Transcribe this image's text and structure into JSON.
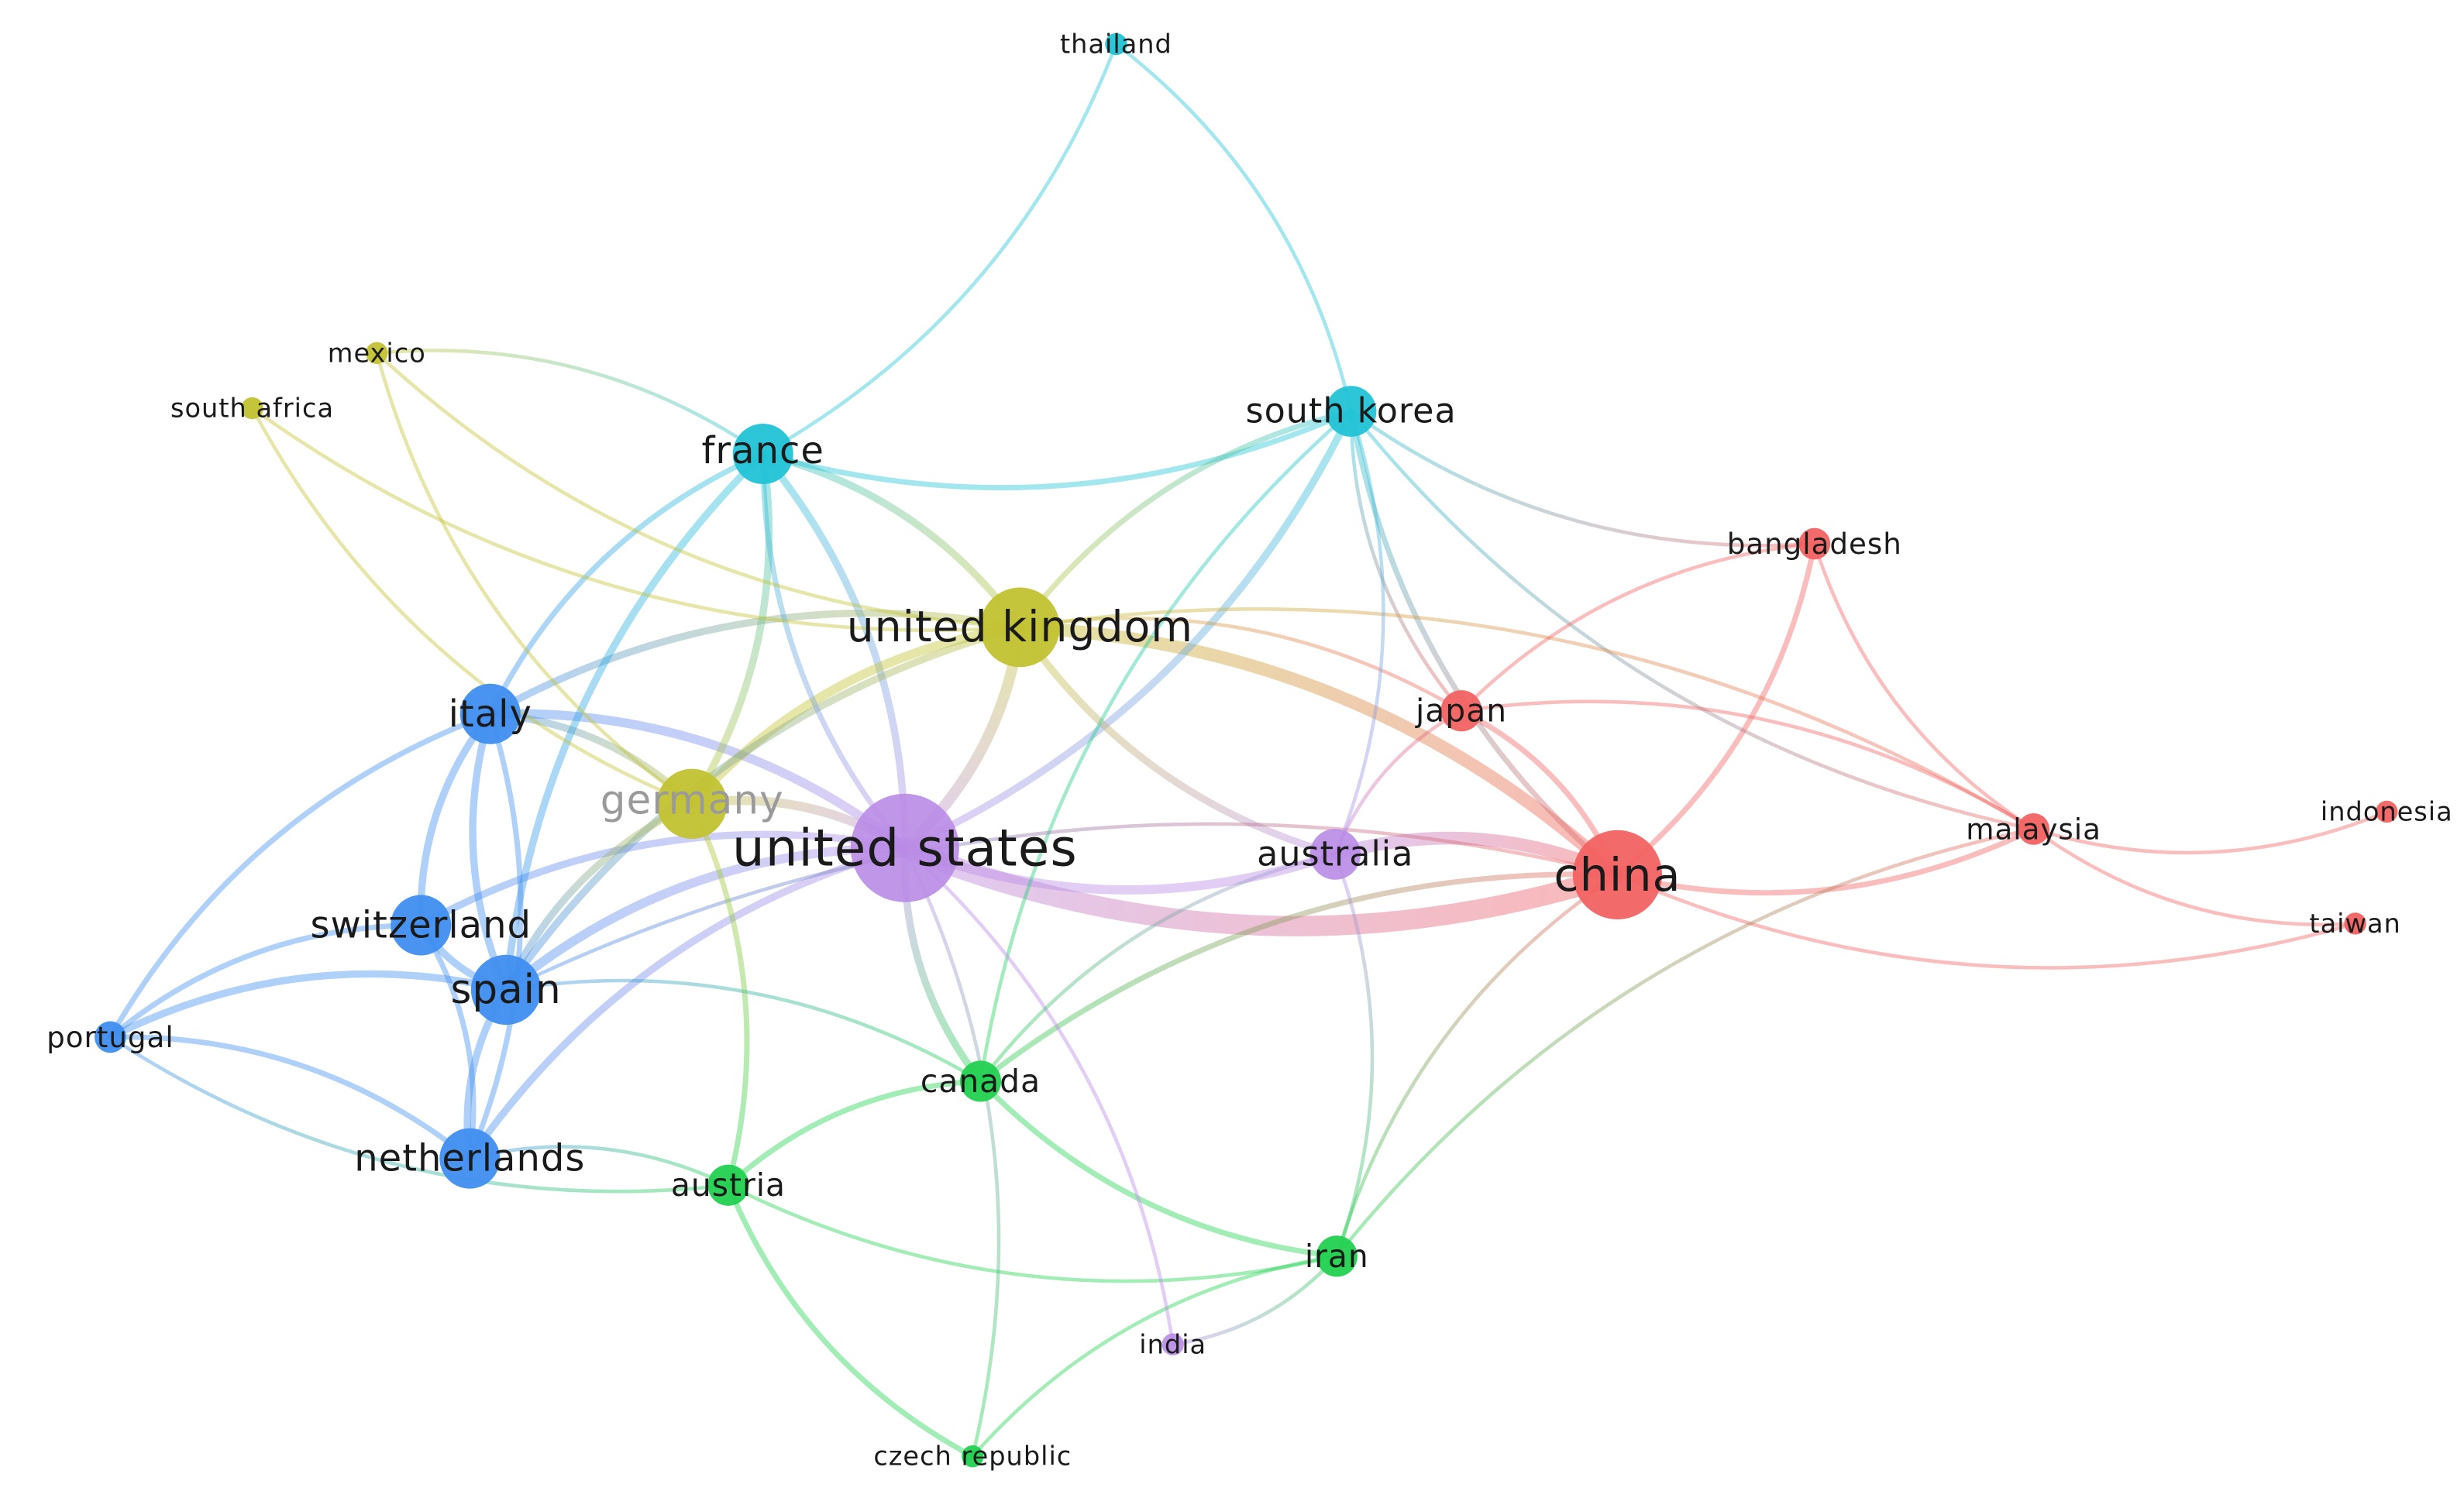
{
  "cluster_colors": {
    "red": "#f26262",
    "yellow": "#c2c232",
    "cyan": "#22c3d6",
    "blue": "#3f8ef0",
    "green": "#22d150",
    "purple": "#b98be6"
  },
  "nodes": [
    {
      "id": "united-states",
      "label": "united states",
      "cluster": "purple",
      "weight": 10
    },
    {
      "id": "china",
      "label": "china",
      "cluster": "red",
      "weight": 8
    },
    {
      "id": "united-kingdom",
      "label": "united kingdom",
      "cluster": "yellow",
      "weight": 7
    },
    {
      "id": "germany",
      "label": "germany",
      "cluster": "yellow",
      "weight": 6,
      "muted": true
    },
    {
      "id": "spain",
      "label": "spain",
      "cluster": "blue",
      "weight": 6
    },
    {
      "id": "france",
      "label": "france",
      "cluster": "cyan",
      "weight": 5
    },
    {
      "id": "italy",
      "label": "italy",
      "cluster": "blue",
      "weight": 5
    },
    {
      "id": "switzerland",
      "label": "switzerland",
      "cluster": "blue",
      "weight": 5
    },
    {
      "id": "netherlands",
      "label": "netherlands",
      "cluster": "blue",
      "weight": 5
    },
    {
      "id": "south-korea",
      "label": "south korea",
      "cluster": "cyan",
      "weight": 4
    },
    {
      "id": "australia",
      "label": "australia",
      "cluster": "purple",
      "weight": 4
    },
    {
      "id": "canada",
      "label": "canada",
      "cluster": "green",
      "weight": 3
    },
    {
      "id": "austria",
      "label": "austria",
      "cluster": "green",
      "weight": 3
    },
    {
      "id": "iran",
      "label": "iran",
      "cluster": "green",
      "weight": 3
    },
    {
      "id": "japan",
      "label": "japan",
      "cluster": "red",
      "weight": 3
    },
    {
      "id": "bangladesh",
      "label": "bangladesh",
      "cluster": "red",
      "weight": 2
    },
    {
      "id": "malaysia",
      "label": "malaysia",
      "cluster": "red",
      "weight": 2
    },
    {
      "id": "portugal",
      "label": "portugal",
      "cluster": "blue",
      "weight": 2
    },
    {
      "id": "india",
      "label": "india",
      "cluster": "purple",
      "weight": 1
    },
    {
      "id": "czech-republic",
      "label": "czech republic",
      "cluster": "green",
      "weight": 1
    },
    {
      "id": "mexico",
      "label": "mexico",
      "cluster": "yellow",
      "weight": 1
    },
    {
      "id": "south-africa",
      "label": "south africa",
      "cluster": "yellow",
      "weight": 1
    },
    {
      "id": "thailand",
      "label": "thailand",
      "cluster": "cyan",
      "weight": 1
    },
    {
      "id": "indonesia",
      "label": "indonesia",
      "cluster": "red",
      "weight": 1
    },
    {
      "id": "taiwan",
      "label": "taiwan",
      "cluster": "red",
      "weight": 1
    }
  ],
  "links": [
    {
      "source": "united-states",
      "target": "china",
      "strength": 10
    },
    {
      "source": "china",
      "target": "united-kingdom",
      "strength": 6
    },
    {
      "source": "china",
      "target": "australia",
      "strength": 6
    },
    {
      "source": "united-states",
      "target": "united-kingdom",
      "strength": 5
    },
    {
      "source": "united-states",
      "target": "germany",
      "strength": 4
    },
    {
      "source": "united-states",
      "target": "australia",
      "strength": 4
    },
    {
      "source": "united-states",
      "target": "italy",
      "strength": 4
    },
    {
      "source": "united-states",
      "target": "spain",
      "strength": 4
    },
    {
      "source": "united-states",
      "target": "netherlands",
      "strength": 3
    },
    {
      "source": "united-states",
      "target": "switzerland",
      "strength": 3
    },
    {
      "source": "united-states",
      "target": "canada",
      "strength": 3
    },
    {
      "source": "united-states",
      "target": "france",
      "strength": 3
    },
    {
      "source": "united-states",
      "target": "south-korea",
      "strength": 3
    },
    {
      "source": "united-kingdom",
      "target": "germany",
      "strength": 4
    },
    {
      "source": "united-kingdom",
      "target": "australia",
      "strength": 3
    },
    {
      "source": "united-kingdom",
      "target": "france",
      "strength": 3
    },
    {
      "source": "united-kingdom",
      "target": "italy",
      "strength": 3
    },
    {
      "source": "united-kingdom",
      "target": "spain",
      "strength": 3
    },
    {
      "source": "germany",
      "target": "italy",
      "strength": 3
    },
    {
      "source": "germany",
      "target": "spain",
      "strength": 3
    },
    {
      "source": "germany",
      "target": "france",
      "strength": 3
    },
    {
      "source": "france",
      "target": "italy",
      "strength": 2
    },
    {
      "source": "france",
      "target": "spain",
      "strength": 3
    },
    {
      "source": "france",
      "target": "south-korea",
      "strength": 2
    },
    {
      "source": "france",
      "target": "thailand",
      "strength": 1
    },
    {
      "source": "france",
      "target": "mexico",
      "strength": 1
    },
    {
      "source": "france",
      "target": "united-states",
      "strength": 2
    },
    {
      "source": "italy",
      "target": "spain",
      "strength": 3
    },
    {
      "source": "italy",
      "target": "switzerland",
      "strength": 3
    },
    {
      "source": "italy",
      "target": "portugal",
      "strength": 2
    },
    {
      "source": "switzerland",
      "target": "spain",
      "strength": 3
    },
    {
      "source": "spain",
      "target": "netherlands",
      "strength": 3
    },
    {
      "source": "spain",
      "target": "portugal",
      "strength": 3
    },
    {
      "source": "netherlands",
      "target": "portugal",
      "strength": 2
    },
    {
      "source": "netherlands",
      "target": "switzerland",
      "strength": 2
    },
    {
      "source": "netherlands",
      "target": "italy",
      "strength": 2
    },
    {
      "source": "switzerland",
      "target": "portugal",
      "strength": 2
    },
    {
      "source": "portugal",
      "target": "austria",
      "strength": 1
    },
    {
      "source": "south-korea",
      "target": "china",
      "strength": 2
    },
    {
      "source": "south-korea",
      "target": "japan",
      "strength": 1
    },
    {
      "source": "south-korea",
      "target": "malaysia",
      "strength": 1
    },
    {
      "source": "south-korea",
      "target": "bangladesh",
      "strength": 1
    },
    {
      "source": "south-korea",
      "target": "thailand",
      "strength": 1
    },
    {
      "source": "south-korea",
      "target": "canada",
      "strength": 1
    },
    {
      "source": "south-korea",
      "target": "united-kingdom",
      "strength": 2
    },
    {
      "source": "china",
      "target": "japan",
      "strength": 2
    },
    {
      "source": "china",
      "target": "bangladesh",
      "strength": 2
    },
    {
      "source": "china",
      "target": "malaysia",
      "strength": 2
    },
    {
      "source": "china",
      "target": "taiwan",
      "strength": 1
    },
    {
      "source": "china",
      "target": "canada",
      "strength": 2
    },
    {
      "source": "china",
      "target": "iran",
      "strength": 1
    },
    {
      "source": "china",
      "target": "spain",
      "strength": 1
    },
    {
      "source": "malaysia",
      "target": "indonesia",
      "strength": 1
    },
    {
      "source": "malaysia",
      "target": "taiwan",
      "strength": 1
    },
    {
      "source": "malaysia",
      "target": "japan",
      "strength": 1
    },
    {
      "source": "malaysia",
      "target": "iran",
      "strength": 1
    },
    {
      "source": "malaysia",
      "target": "united-kingdom",
      "strength": 1
    },
    {
      "source": "bangladesh",
      "target": "japan",
      "strength": 1
    },
    {
      "source": "bangladesh",
      "target": "malaysia",
      "strength": 1
    },
    {
      "source": "japan",
      "target": "united-kingdom",
      "strength": 1
    },
    {
      "source": "japan",
      "target": "australia",
      "strength": 1
    },
    {
      "source": "canada",
      "target": "iran",
      "strength": 2
    },
    {
      "source": "canada",
      "target": "austria",
      "strength": 2
    },
    {
      "source": "canada",
      "target": "spain",
      "strength": 1
    },
    {
      "source": "austria",
      "target": "czech-republic",
      "strength": 2
    },
    {
      "source": "austria",
      "target": "iran",
      "strength": 1
    },
    {
      "source": "austria",
      "target": "germany",
      "strength": 2
    },
    {
      "source": "austria",
      "target": "netherlands",
      "strength": 1
    },
    {
      "source": "iran",
      "target": "czech-republic",
      "strength": 1
    },
    {
      "source": "iran",
      "target": "australia",
      "strength": 1
    },
    {
      "source": "india",
      "target": "united-states",
      "strength": 1
    },
    {
      "source": "india",
      "target": "iran",
      "strength": 1
    },
    {
      "source": "mexico",
      "target": "germany",
      "strength": 1
    },
    {
      "source": "mexico",
      "target": "united-kingdom",
      "strength": 1
    },
    {
      "source": "south-africa",
      "target": "united-kingdom",
      "strength": 1
    },
    {
      "source": "south-africa",
      "target": "germany",
      "strength": 1
    },
    {
      "source": "australia",
      "target": "canada",
      "strength": 1
    },
    {
      "source": "australia",
      "target": "south-korea",
      "strength": 1
    },
    {
      "source": "czech-republic",
      "target": "united-states",
      "strength": 1
    }
  ]
}
